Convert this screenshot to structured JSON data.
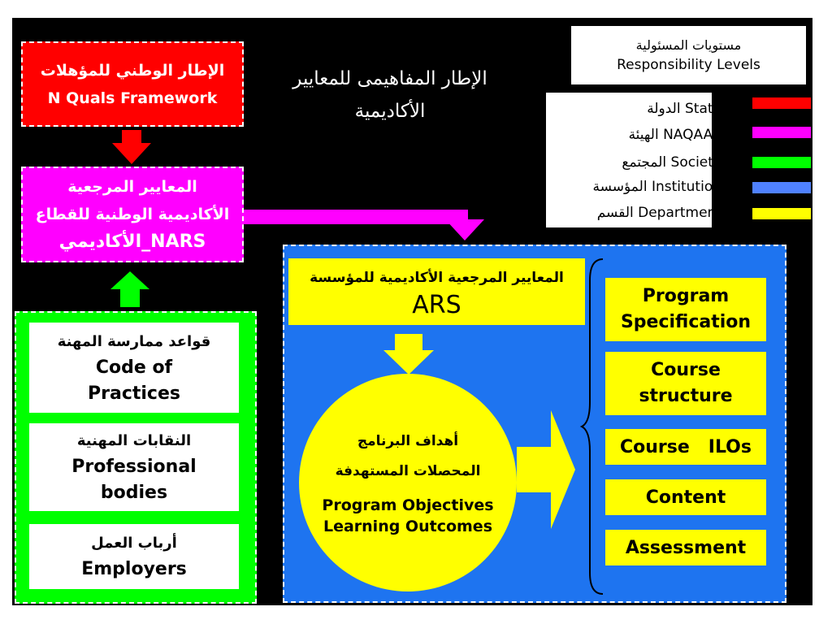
{
  "title": {
    "line1": "الإطار المفاهيمى للمعايير",
    "line2": "الأكاديمية"
  },
  "legend": {
    "header_ar": "مستويات المسئولية",
    "header_en": "Responsibility Levels",
    "items": [
      {
        "text": "الدولة State",
        "color": "#ff0000"
      },
      {
        "text": "الهيئة NAQAAE",
        "color": "#ff00ff"
      },
      {
        "text": "المجتمع Society",
        "color": "#00ff00"
      },
      {
        "text": "المؤسسة Institution",
        "color": "#4f81ff"
      },
      {
        "text": "القسم Department",
        "color": "#ffff00"
      }
    ]
  },
  "nqf": {
    "ar": "الإطار الوطني للمؤهلات",
    "en": "N Quals  Framework"
  },
  "nars": {
    "line1": "المعايير المرجعية",
    "line2": "الأكاديمية الوطنية للقطاع",
    "line3": "الأكاديمي_NARS"
  },
  "society": [
    {
      "ar": "قواعد ممارسة المهنة",
      "en1": "Code of",
      "en2": "Practices"
    },
    {
      "ar": "النقابات المهنية",
      "en1": "Professional",
      "en2": "bodies"
    },
    {
      "ar": "أرباب العمل",
      "en1": "Employers",
      "en2": ""
    }
  ],
  "ars": {
    "ar": "المعايير المرجعية الأكاديمية للمؤسسة",
    "en": "ARS"
  },
  "circle": {
    "ar1": "أهداف البرنامج",
    "ar2": "المحصلات المستهدفة",
    "en1": "Program Objectives",
    "en2": "Learning Outcomes"
  },
  "department": [
    {
      "line1": "Program",
      "line2": "Specification"
    },
    {
      "line1": "Course",
      "line2": "structure"
    },
    {
      "line1": "Course   ILOs",
      "line2": ""
    },
    {
      "line1": "Content",
      "line2": ""
    },
    {
      "line1": "Assessment",
      "line2": ""
    }
  ],
  "colors": {
    "state": "#ff0000",
    "naqaae": "#ff00ff",
    "society": "#00ff00",
    "institution": "#1e74f0",
    "department": "#ffff00"
  }
}
